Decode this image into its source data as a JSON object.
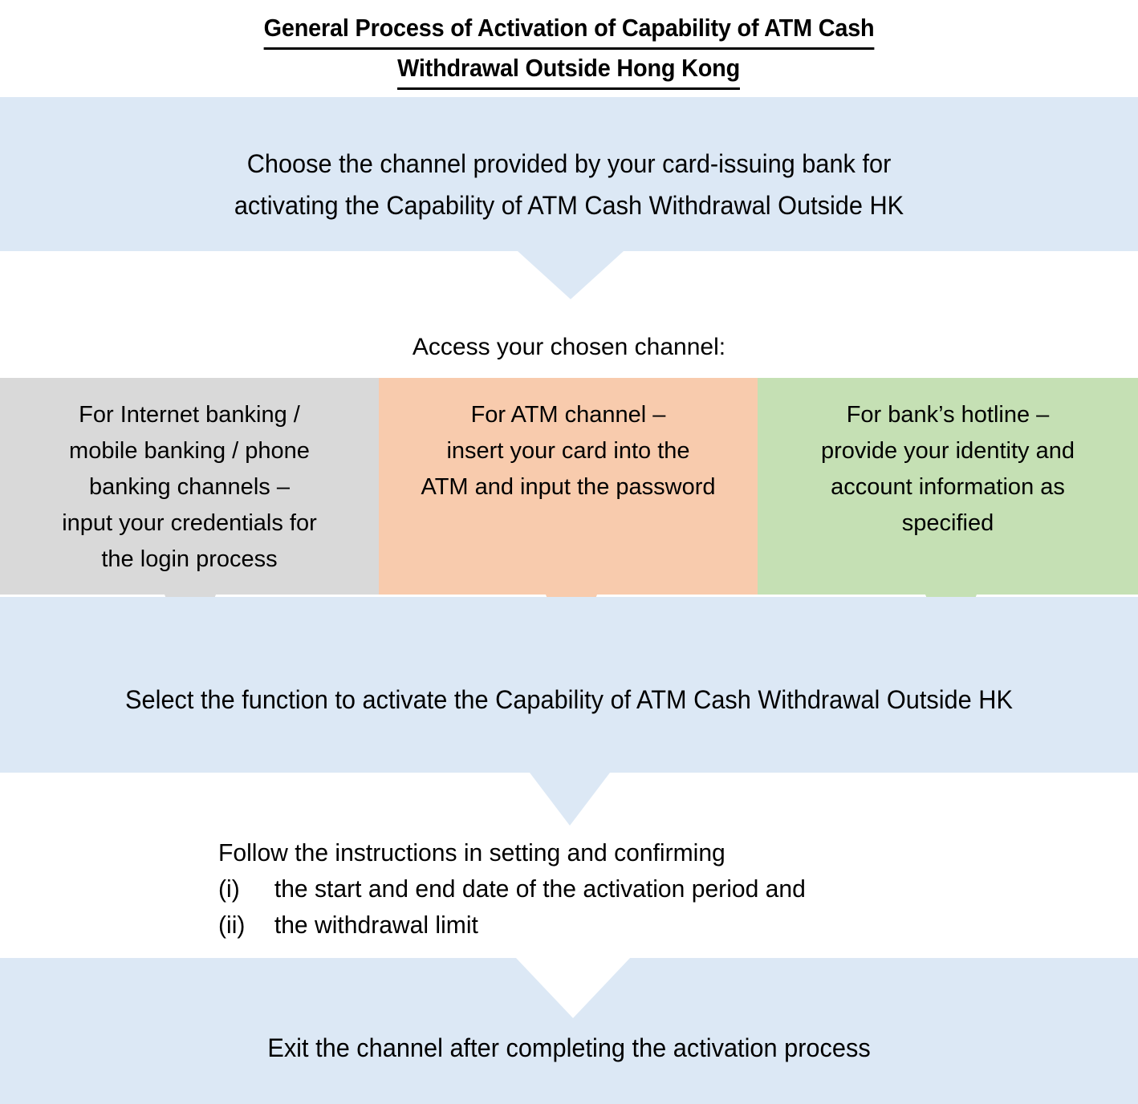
{
  "title": {
    "line1": "General Process of Activation of Capability of ATM Cash",
    "line2": "Withdrawal Outside Hong Kong"
  },
  "colors": {
    "step_blue": "#dce8f5",
    "channel_internet": "#d9d9d9",
    "channel_atm": "#f8cbad",
    "channel_hotline": "#c5e0b4",
    "page_background": "#ffffff",
    "text": "#000000"
  },
  "steps": {
    "step1": {
      "line1": "Choose the channel provided by your card-issuing bank for",
      "line2": "activating the Capability of ATM Cash Withdrawal Outside HK"
    },
    "access_label": "Access your chosen channel:",
    "channels": [
      {
        "id": "internet-mobile-phone-banking",
        "lines": [
          "For Internet banking /",
          "mobile banking / phone",
          "banking channels –",
          "input your credentials for",
          "the login process"
        ]
      },
      {
        "id": "atm-channel",
        "lines": [
          "For ATM channel –",
          "insert your card into the",
          "ATM and input the password"
        ]
      },
      {
        "id": "bank-hotline",
        "lines": [
          "For bank’s hotline –",
          "provide your identity and",
          "account information as",
          "specified"
        ]
      }
    ],
    "step3": {
      "text": "Select the function to activate the Capability of ATM Cash Withdrawal Outside HK"
    },
    "step4": {
      "lead": "Follow the instructions in setting and confirming",
      "items": [
        {
          "marker": "(i)",
          "text": "the start and end date of the activation period and"
        },
        {
          "marker": "(ii)",
          "text": "the withdrawal limit"
        }
      ]
    },
    "step5": {
      "text": "Exit the channel after completing the activation process"
    }
  }
}
